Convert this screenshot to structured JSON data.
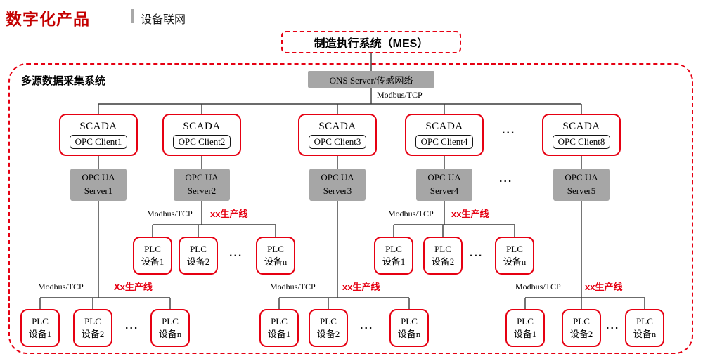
{
  "colors": {
    "red_title": "#c40000",
    "red_border": "#e60012",
    "gray_box": "#a6a6a6"
  },
  "header": {
    "title": "数字化产品",
    "subtitle": "设备联网"
  },
  "mes_label": "制造执行系统（MES）",
  "system_label": "多源数据采集系统",
  "ons_label": "ONS Server/传感网络",
  "top_protocol": "Modbus/TCP",
  "ellipsis": "...",
  "branches": [
    {
      "scada": "SCADA",
      "client": "OPC Client1",
      "server_l1": "OPC UA",
      "server_l2": "Server1"
    },
    {
      "scada": "SCADA",
      "client": "OPC Client2",
      "server_l1": "OPC UA",
      "server_l2": "Server2"
    },
    {
      "scada": "SCADA",
      "client": "OPC Client3",
      "server_l1": "OPC UA",
      "server_l2": "Server3"
    },
    {
      "scada": "SCADA",
      "client": "OPC Client4",
      "server_l1": "OPC UA",
      "server_l2": "Server4"
    },
    {
      "scada": "SCADA",
      "client": "OPC Client8",
      "server_l1": "OPC UA",
      "server_l2": "Server5"
    }
  ],
  "lines": [
    {
      "protocol": "Modbus/TCP",
      "name": "Xx生产线",
      "devices": [
        {
          "l1": "PLC",
          "l2": "设备1"
        },
        {
          "l1": "PLC",
          "l2": "设备2"
        },
        {
          "l1": "PLC",
          "l2": "设备n"
        }
      ]
    },
    {
      "protocol": "Modbus/TCP",
      "name": "xx生产线",
      "devices": [
        {
          "l1": "PLC",
          "l2": "设备1"
        },
        {
          "l1": "PLC",
          "l2": "设备2"
        },
        {
          "l1": "PLC",
          "l2": "设备n"
        }
      ]
    },
    {
      "protocol": "Modbus/TCP",
      "name": "xx生产线",
      "devices": [
        {
          "l1": "PLC",
          "l2": "设备1"
        },
        {
          "l1": "PLC",
          "l2": "设备2"
        },
        {
          "l1": "PLC",
          "l2": "设备n"
        }
      ]
    },
    {
      "protocol": "Modbus/TCP",
      "name": "xx生产线",
      "devices": [
        {
          "l1": "PLC",
          "l2": "设备1"
        },
        {
          "l1": "PLC",
          "l2": "设备2"
        },
        {
          "l1": "PLC",
          "l2": "设备n"
        }
      ]
    },
    {
      "protocol": "Modbus/TCP",
      "name": "xx生产线",
      "devices": [
        {
          "l1": "PLC",
          "l2": "设备1"
        },
        {
          "l1": "PLC",
          "l2": "设备2"
        },
        {
          "l1": "PLC",
          "l2": "设备n"
        }
      ]
    }
  ]
}
